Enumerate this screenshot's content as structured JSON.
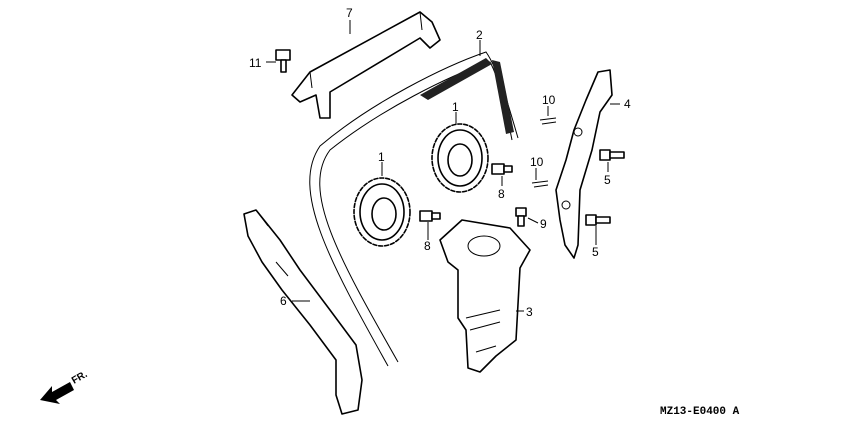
{
  "diagram": {
    "drawing_code": "MZ13-E0400 A",
    "direction_label": "FR.",
    "callouts": [
      "7",
      "11",
      "2",
      "1",
      "1",
      "4",
      "10",
      "10",
      "5",
      "5",
      "8",
      "8",
      "9",
      "6",
      "3"
    ]
  },
  "parts": [
    {
      "ref": "1",
      "icon": "sprocket-icon"
    },
    {
      "ref": "2",
      "icon": "cam-chain-icon"
    },
    {
      "ref": "3",
      "icon": "tensioner-icon"
    },
    {
      "ref": "4",
      "icon": "chain-guide-icon"
    },
    {
      "ref": "5",
      "icon": "bolt-icon"
    },
    {
      "ref": "6",
      "icon": "tensioner-slipper-icon"
    },
    {
      "ref": "7",
      "icon": "upper-guide-icon"
    },
    {
      "ref": "8",
      "icon": "bolt-icon"
    },
    {
      "ref": "9",
      "icon": "bolt-icon"
    },
    {
      "ref": "10",
      "icon": "clip-icon"
    },
    {
      "ref": "11",
      "icon": "bolt-icon"
    }
  ]
}
